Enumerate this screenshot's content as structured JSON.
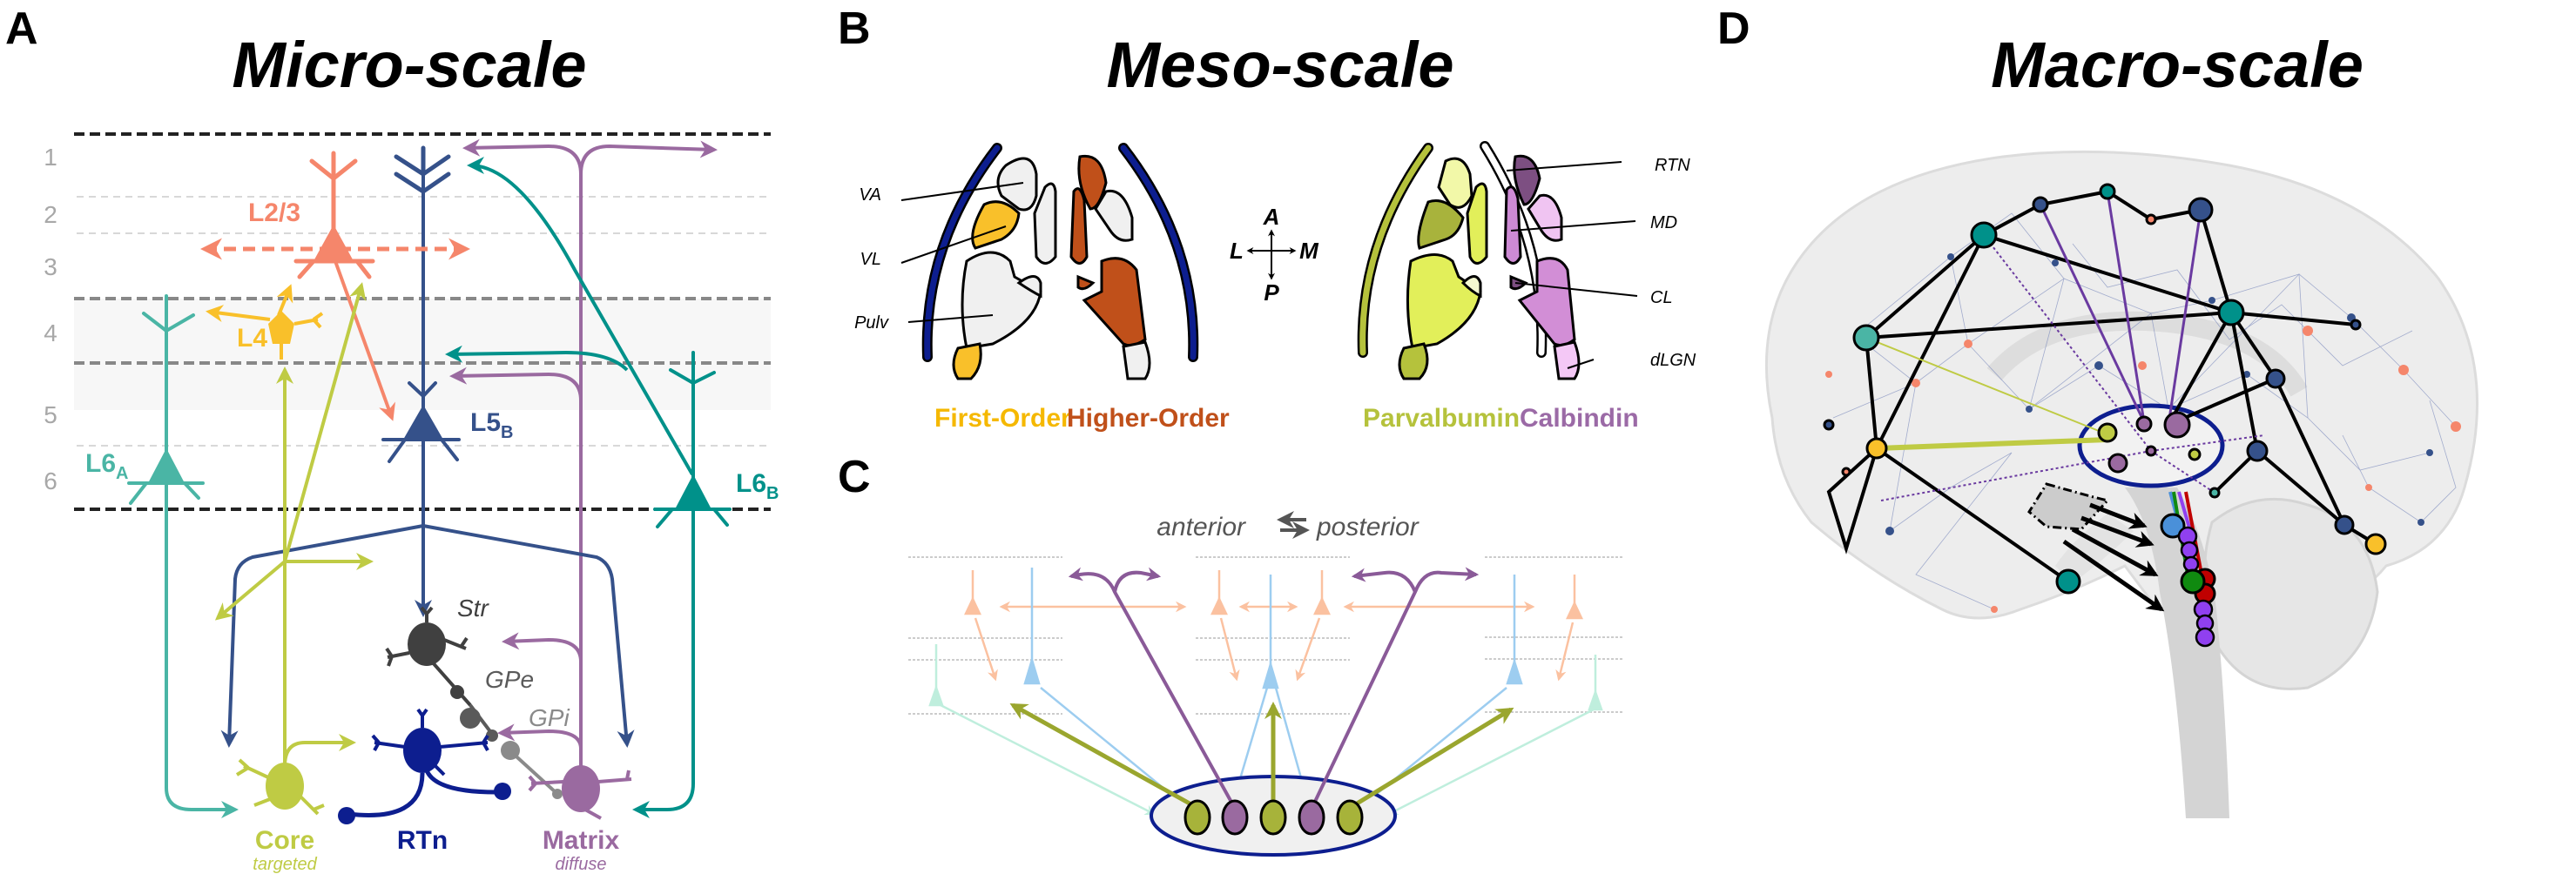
{
  "figure": {
    "panels": {
      "A": {
        "letter": "A",
        "title": "Micro-scale",
        "layers": [
          "1",
          "2",
          "3",
          "4",
          "5",
          "6"
        ],
        "cells": {
          "l23": "L2/3",
          "l4": "L4",
          "l5b_main": "L5",
          "l5b_sub": "B",
          "l6a_main": "L6",
          "l6a_sub": "A",
          "l6b_main": "L6",
          "l6b_sub": "B"
        },
        "basal_ganglia": {
          "str": "Str",
          "gpe": "GPe",
          "gpi": "GPi"
        },
        "thalamus": {
          "core": "Core",
          "core_sub": "targeted",
          "rtn": "RTn",
          "matrix": "Matrix",
          "matrix_sub": "diffuse"
        }
      },
      "B": {
        "letter": "B",
        "title": "Meso-scale",
        "left_nuclei_labels": [
          "VA",
          "VL",
          "Pulv"
        ],
        "right_nuclei_labels": [
          "RTN",
          "MD",
          "CL",
          "dLGN"
        ],
        "compass": {
          "anterior": "A",
          "posterior": "P",
          "lateral": "L",
          "medial": "M"
        },
        "legend": [
          {
            "label": "First-Order",
            "color": "#f5b800"
          },
          {
            "label": "Higher-Order",
            "color": "#c0501a"
          },
          {
            "label": "Parvalbumin",
            "color": "#b5c23c"
          },
          {
            "label": "Calbindin",
            "color": "#9b6aa6"
          }
        ]
      },
      "C": {
        "letter": "C",
        "axis_left": "anterior",
        "axis_right": "posterior",
        "thalamic_cells": [
          "core",
          "matrix",
          "core",
          "matrix",
          "core"
        ]
      },
      "D": {
        "letter": "D",
        "title": "Macro-scale"
      }
    },
    "colors": {
      "l23": "#f5866b",
      "l4": "#f9c02a",
      "l5b": "#35518a",
      "l6a": "#4ab5a5",
      "l6b": "#00918a",
      "core": "#bfcb44",
      "matrix": "#9a6aa0",
      "rtn": "#0d1e8f",
      "str": "#404040",
      "gpe": "#5a5a5a",
      "gpi": "#8a8a8a",
      "thal_outline": "#0d1e8f"
    }
  }
}
